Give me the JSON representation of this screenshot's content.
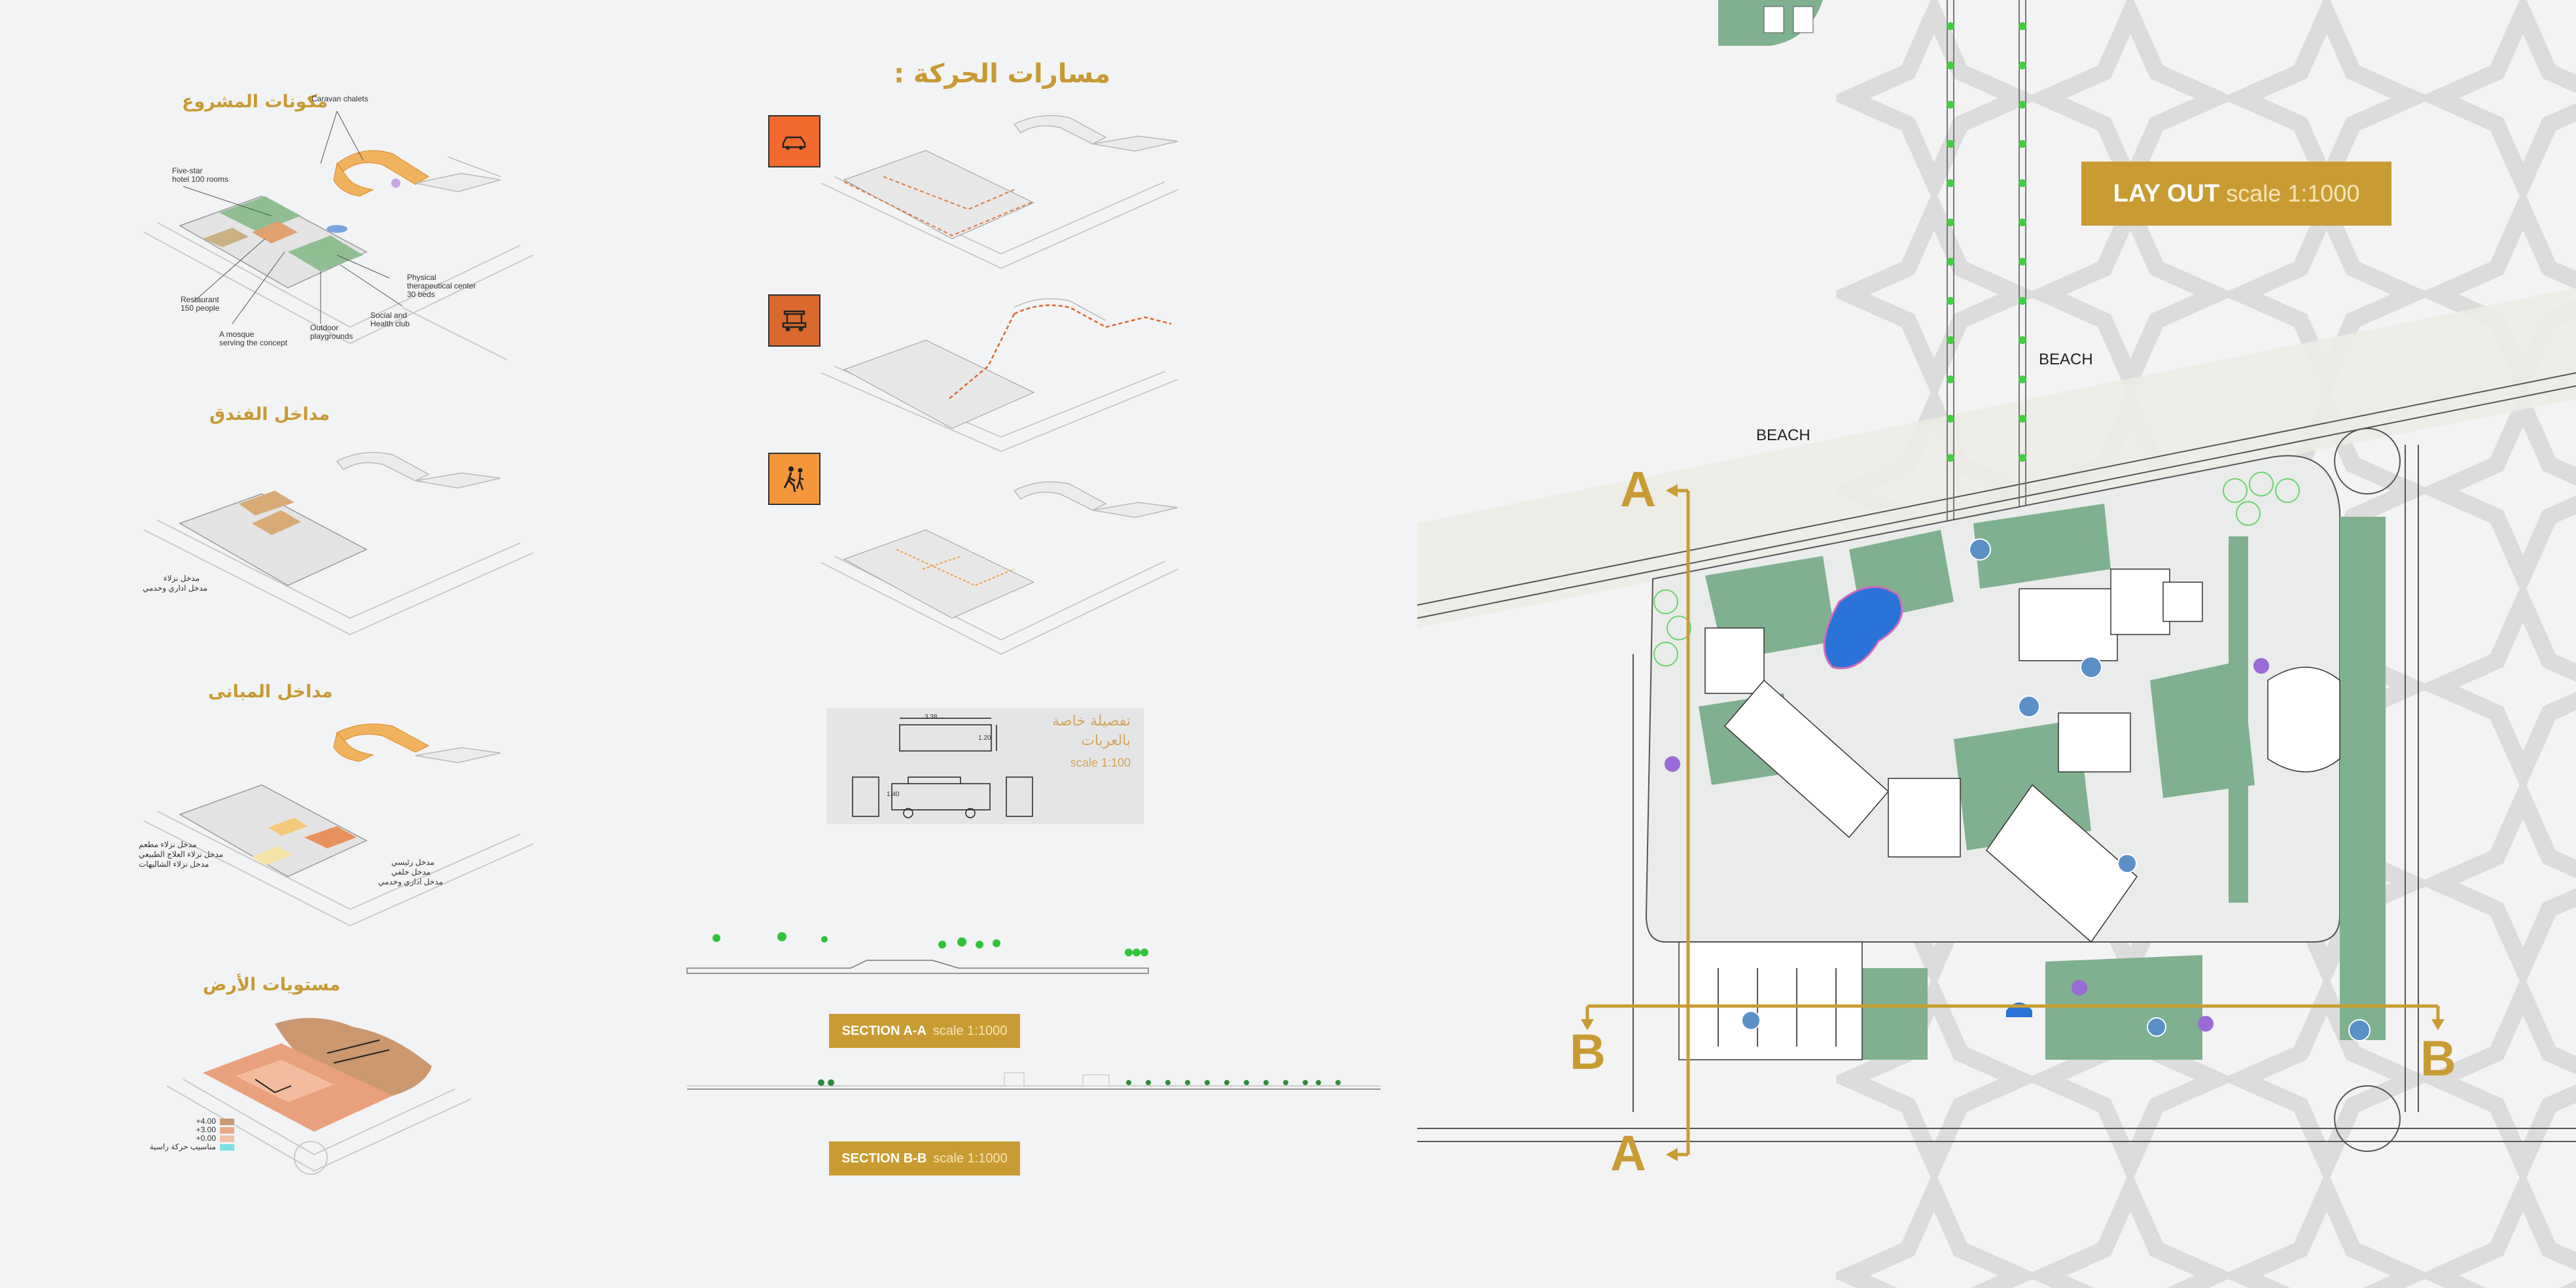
{
  "left_column": {
    "components": {
      "title": "مكونات المشروع",
      "labels": [
        "Caravan chalets",
        "Five-star\nhotel 100 rooms",
        "Restaurant\n150 people",
        "A mosque\nserving the concept",
        "Physical\ntherapeutical center\n30 beds",
        "Social and\nHealth club",
        "Outdoor\nplaygrounds"
      ]
    },
    "hotel_entrances": {
      "title": "مداخل الفندق",
      "legend": [
        "مدخل نزلاء",
        "مدخل اداري وخدمي"
      ]
    },
    "building_entrances": {
      "title": "مداخل المبانى",
      "legend_left": [
        "مدخل نزلاء مطعم",
        "مدخل نزلاء العلاج الطبيعي",
        "مدخل نزلاء الشاليهات"
      ],
      "legend_right": [
        "مدخل رئيسي",
        "مدخل خلفي",
        "مدخل اداري وخدمي"
      ]
    },
    "ground_levels": {
      "title": "مستويات الأرض",
      "legend": [
        "+4.00",
        "+3.00",
        "+0.00",
        "مناسيب حركة راسية"
      ],
      "legend_colors": [
        "#c89a72",
        "#e8aa88",
        "#f2c0a8",
        "#7fe0e8"
      ]
    }
  },
  "middle_column": {
    "title": "مسارات الحركة :",
    "icons": [
      {
        "name": "car-icon",
        "color": "#f26a2e"
      },
      {
        "name": "golf-cart-icon",
        "color": "#d9692d"
      },
      {
        "name": "pedestrian-icon",
        "color": "#f5963a"
      }
    ],
    "cart_detail": {
      "title_line1": "تفصيلة خاصة",
      "title_line2": "بالعربات",
      "scale": "scale 1:100",
      "dim_top": "3.38",
      "dim_side": "1.20",
      "dim_front": "1.40"
    },
    "section_aa": {
      "label": "SECTION A-A",
      "scale": "scale 1:1000"
    },
    "section_bb": {
      "label": "SECTION B-B",
      "scale": "scale 1:1000"
    }
  },
  "right_panel": {
    "layout_title": "LAY OUT",
    "layout_scale": "scale 1:1000",
    "beach_labels": [
      "BEACH",
      "BEACH"
    ],
    "section_letters": [
      "A",
      "A",
      "B",
      "B"
    ],
    "accent_color": "#c99c33",
    "green_color": "#7fb08f"
  }
}
